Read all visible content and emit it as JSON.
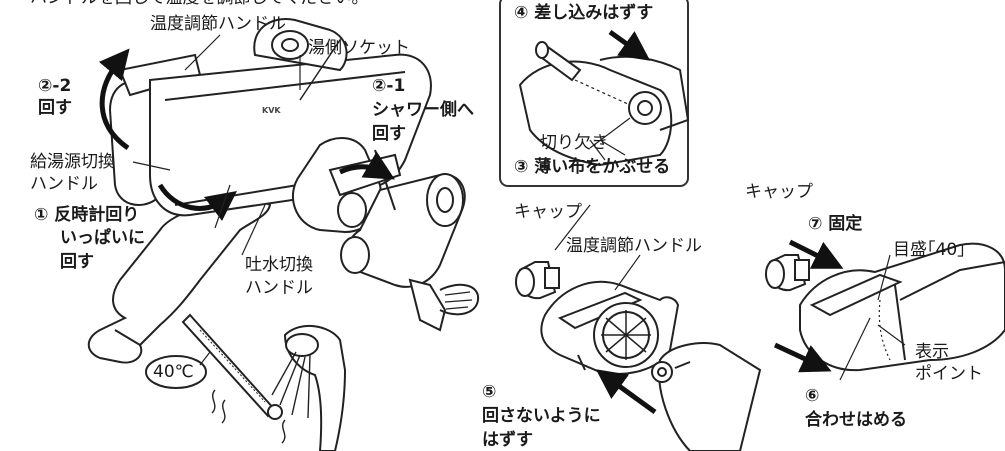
{
  "page": {
    "top_text_cut": "ハンドルを回して温度を調節してください。",
    "left": {
      "temp_handle": "温度調節ハンドル",
      "hot_socket": "湯側ソケット",
      "step_2_2_a": "②-2",
      "step_2_2_b": "回す",
      "step_2_1_a": "②-1",
      "step_2_1_b": "シャワー側へ",
      "step_2_1_c": "回す",
      "supply_handle_a": "給湯源切換",
      "supply_handle_b": "ハンドル",
      "step_1_a": "① 反時計回り",
      "step_1_b": "いっぱいに",
      "step_1_c": "回す",
      "outlet_handle_a": "吐水切換",
      "outlet_handle_b": "ハンドル",
      "thermo_reading": "40℃",
      "brand_mark": "KVK"
    },
    "inset": {
      "step_4": "④ 差し込みはずす",
      "notch": "切り欠き",
      "step_3": "③ 薄い布をかぶせる"
    },
    "middle": {
      "cap": "キャップ",
      "temp_handle": "温度調節ハンドル",
      "step_5_a": "⑤",
      "step_5_b": "回さないように",
      "step_5_c": "はずす"
    },
    "right": {
      "cap": "キャップ",
      "step_7": "⑦ 固定",
      "scale_40": "目盛｢40｣",
      "indicator_a": "表示",
      "indicator_b": "ポイント",
      "step_6_a": "⑥",
      "step_6_b": "合わせはめる"
    }
  }
}
